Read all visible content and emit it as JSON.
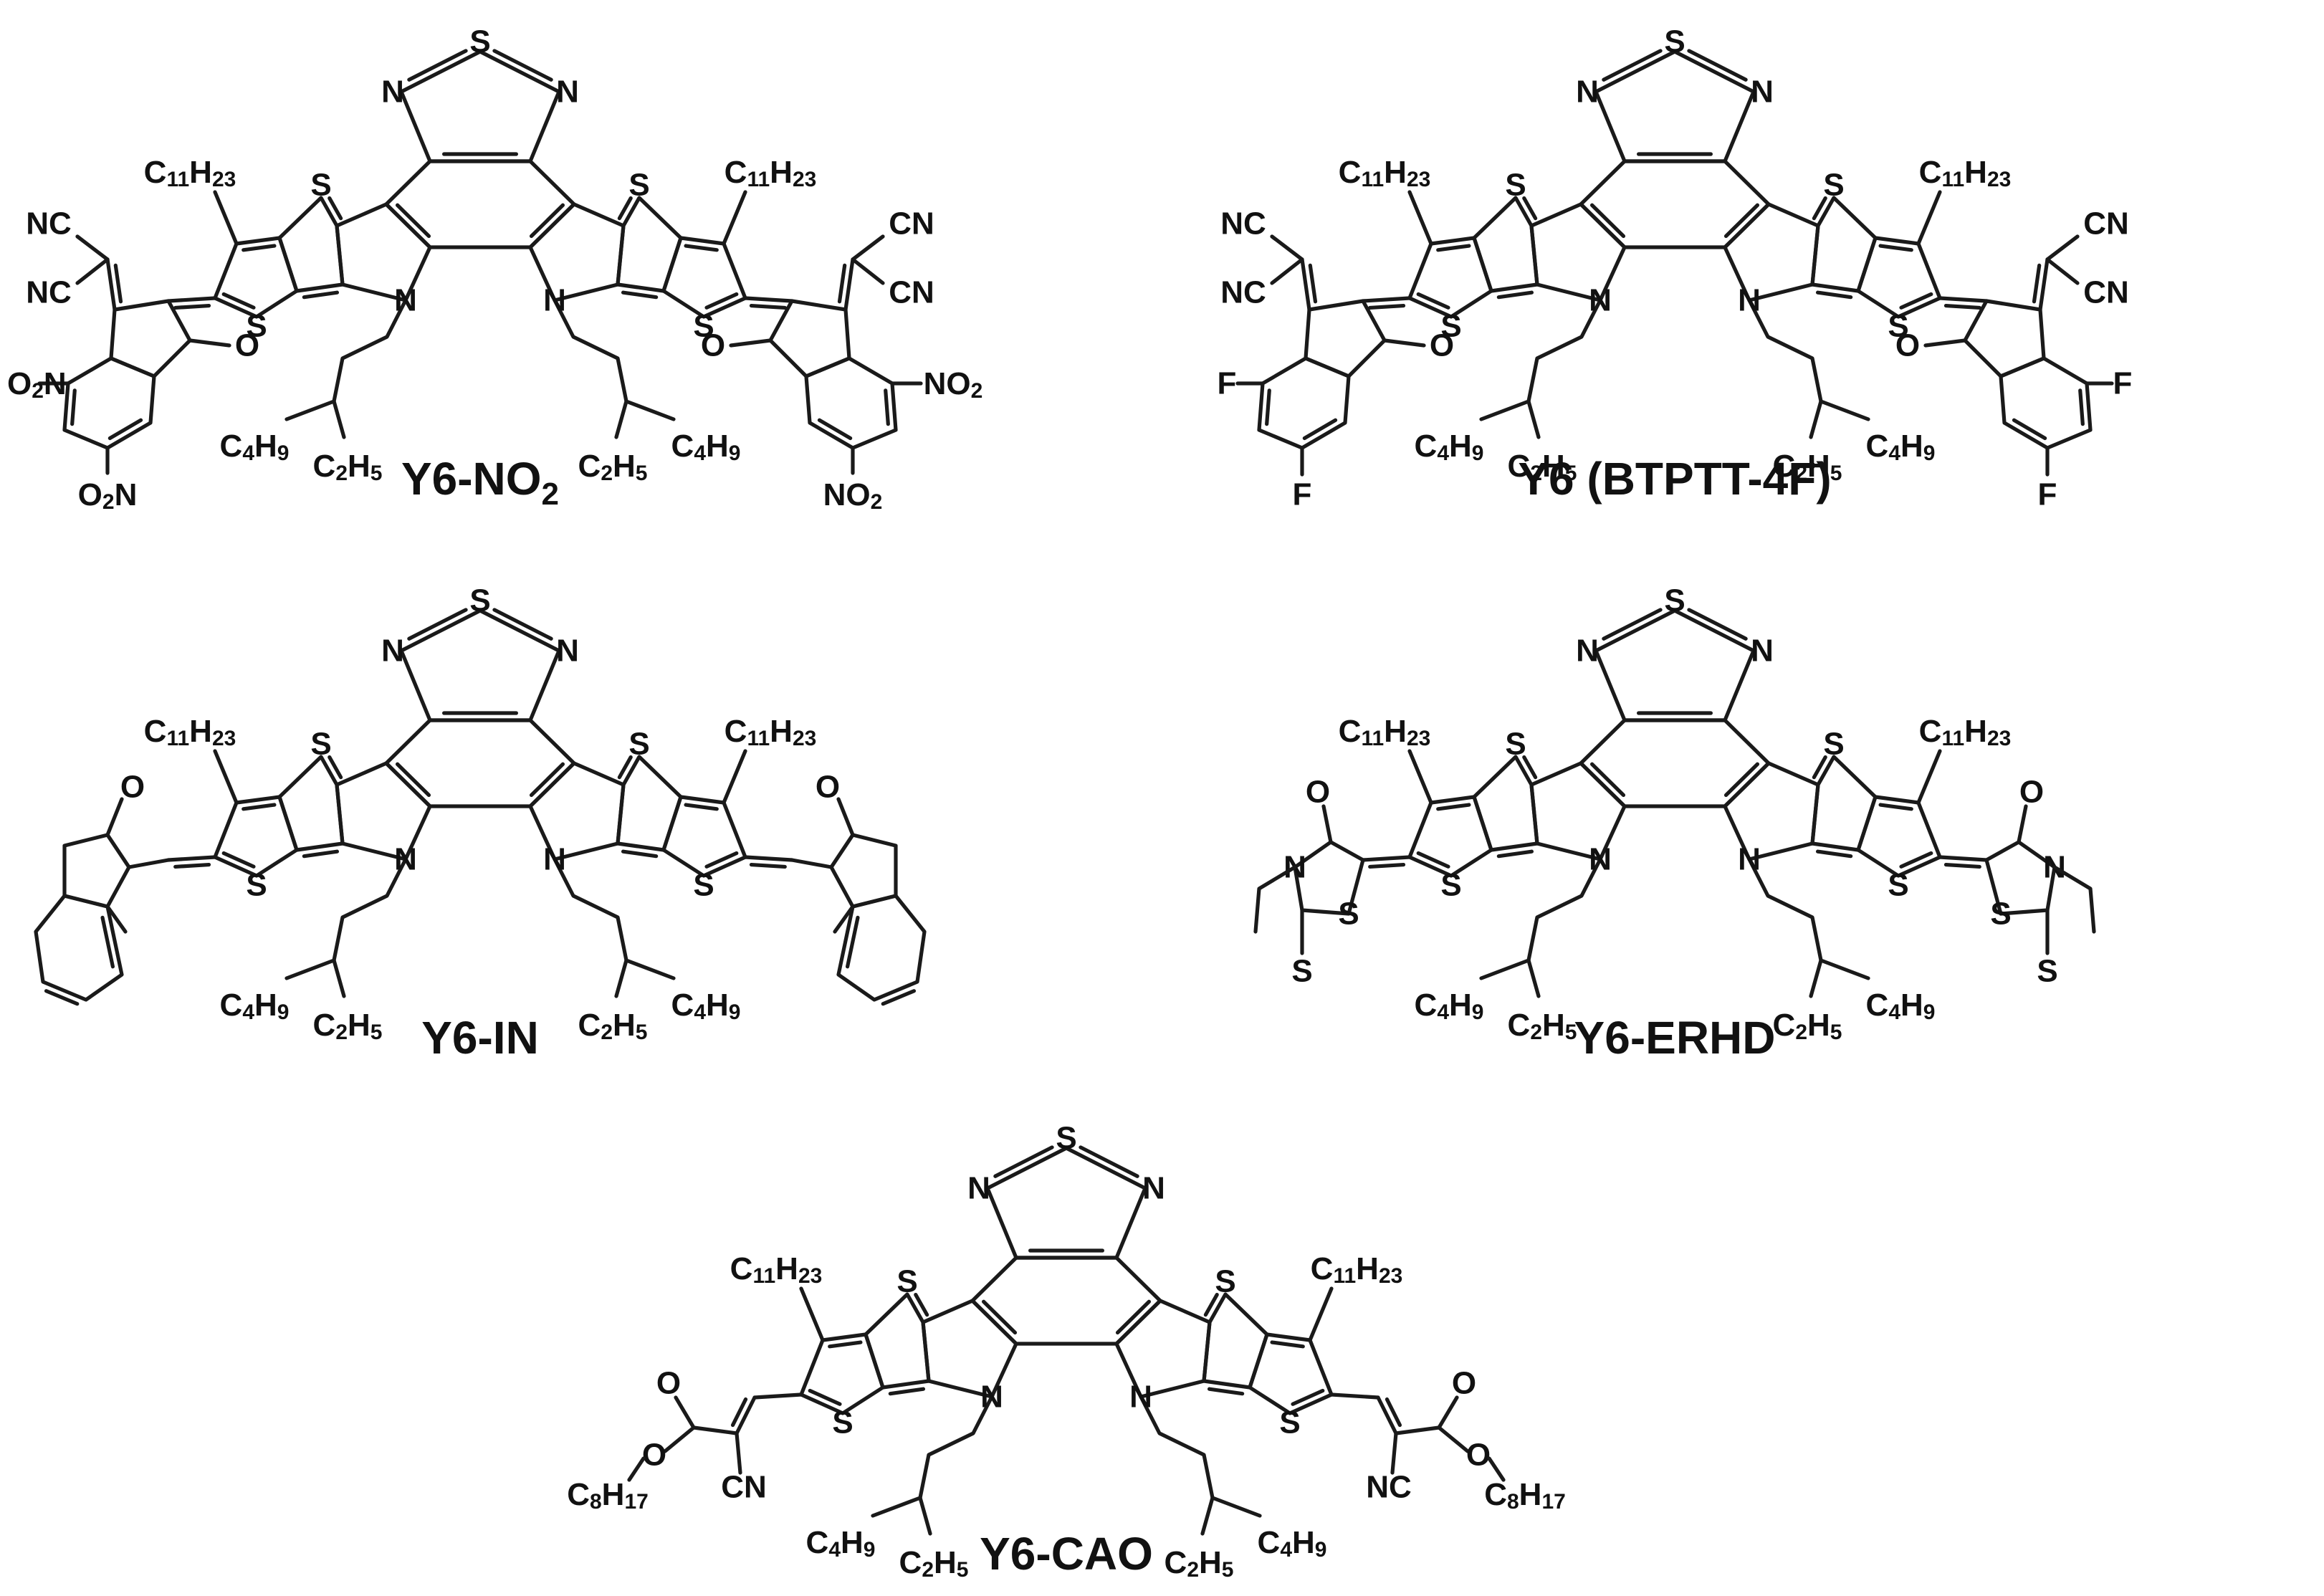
{
  "figure": {
    "compounds": [
      {
        "id": "y6-no2",
        "name": "Y6-NO",
        "name_sub": "2",
        "end_group": "nitro-indanone-malononitrile"
      },
      {
        "id": "y6",
        "name": "Y6 (BTPTT-4F)",
        "name_sub": "",
        "end_group": "difluoro-indanone-malononitrile"
      },
      {
        "id": "y6-in",
        "name": "Y6-IN",
        "name_sub": "",
        "end_group": "indane-1,3-dione"
      },
      {
        "id": "y6-erhd",
        "name": "Y6-ERHD",
        "name_sub": "",
        "end_group": "ethyl-rhodanine"
      },
      {
        "id": "y6-cao",
        "name": "Y6-CAO",
        "name_sub": "",
        "end_group": "octyl-cyanoacrylate"
      }
    ],
    "core_labels": {
      "S": "S",
      "N": "N",
      "undecyl": {
        "main": "C",
        "s1": "11",
        "mid": "H",
        "s2": "23"
      },
      "butyl": {
        "main": "C",
        "s1": "4",
        "mid": "H",
        "s2": "9"
      },
      "ethyl": {
        "main": "C",
        "s1": "2",
        "mid": "H",
        "s2": "5"
      }
    },
    "end_labels": {
      "NC": "NC",
      "CN": "CN",
      "O": "O",
      "F": "F",
      "S": "S",
      "N": "N",
      "NO2": {
        "main": "NO",
        "sub": "2"
      },
      "O2N": {
        "pre": "O",
        "sub": "2",
        "post": "N"
      },
      "octyl": {
        "main": "C",
        "s1": "8",
        "mid": "H",
        "s2": "17"
      }
    }
  }
}
